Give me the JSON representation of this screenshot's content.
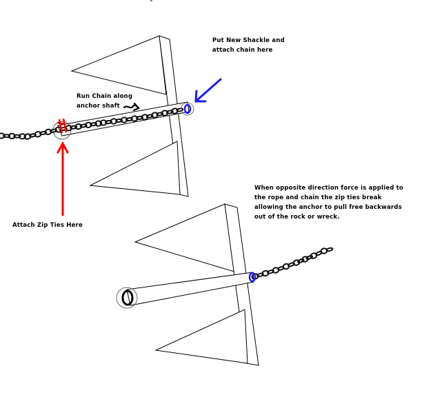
{
  "diagram": {
    "labels": {
      "put_new_shackle": "Put New Shackle and\nattach chain here",
      "run_chain": "Run Chain along\nanchor shaft",
      "attach_zip_ties": "Attach Zip Ties Here",
      "opposite_force": "When opposite direction force is applied to\nthe rope and chain the zip ties break\nallowing the anchor to pull free backwards\nout of the rock or wreck."
    },
    "colors": {
      "outline": "#000000",
      "blue_arrow": "#1a1aff",
      "red_arrow": "#ff0000",
      "chain": "#111111",
      "shackle": "#1a1aff"
    }
  }
}
